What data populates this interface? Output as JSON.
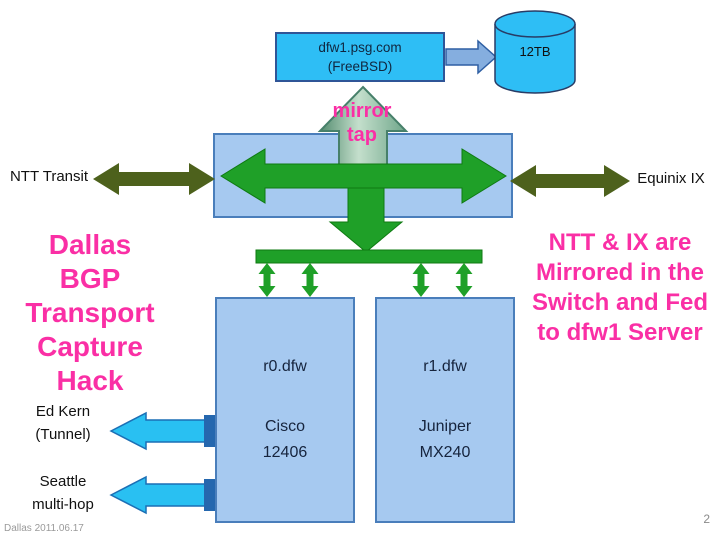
{
  "colors": {
    "magenta": "#fa2fa5",
    "green": "#1fa028",
    "dark_olive": "#4d611c",
    "cyan": "#2ebef5",
    "light_blue_box": "#a6c9f0",
    "box_border": "#4a7ebb",
    "blue_arrow": "#85aedf",
    "cyan_arrow": "#29c0f2"
  },
  "server": {
    "line1": "dfw1.psg.com",
    "line2": "(FreeBSD)"
  },
  "storage": {
    "label": "12TB"
  },
  "mirror_tap": {
    "line1": "mirror",
    "line2": "tap"
  },
  "links": {
    "ntt": "NTT Transit",
    "equinix": "Equinix IX"
  },
  "routers": {
    "r0": {
      "name": "r0.dfw",
      "vendor": "Cisco",
      "model": "12406"
    },
    "r1": {
      "name": "r1.dfw",
      "vendor": "Juniper",
      "model": "MX240"
    }
  },
  "left_title": {
    "lines": [
      "Dallas",
      "BGP",
      "Transport",
      "Capture",
      "Hack"
    ]
  },
  "right_title": {
    "lines": [
      "NTT & IX are",
      "Mirrored in the",
      "Switch and Fed",
      "to dfw1 Server"
    ]
  },
  "tunnels": {
    "ed_kern": {
      "line1": "Ed Kern",
      "line2": "(Tunnel)"
    },
    "seattle": {
      "line1": "Seattle",
      "line2": "multi-hop"
    }
  },
  "footer": {
    "date": "Dallas 2011.06.17",
    "page": "2"
  }
}
